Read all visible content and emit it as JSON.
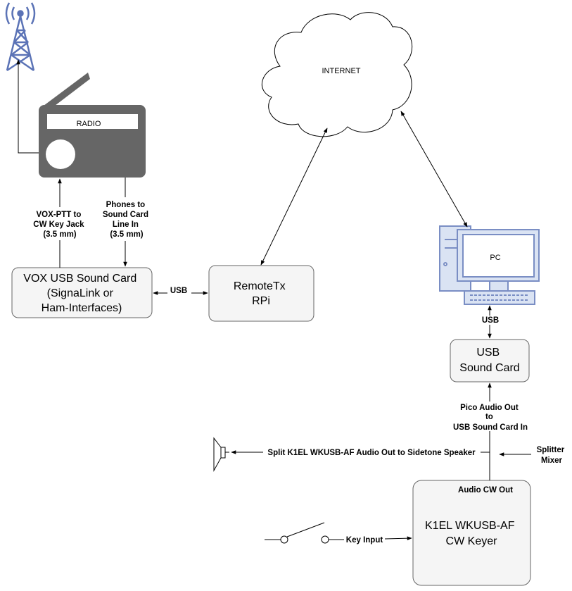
{
  "nodes": {
    "radio": "RADIO",
    "internet": "INTERNET",
    "pc": "PC",
    "vox_card": [
      "VOX USB Sound Card",
      "(SignaLink or",
      "Ham-Interfaces)"
    ],
    "remotetx": [
      "RemoteTx",
      "RPi"
    ],
    "usb_card": [
      "USB",
      "Sound Card"
    ],
    "keyer": [
      "K1EL WKUSB-AF",
      "CW Keyer"
    ]
  },
  "edge_labels": {
    "vox_ptt": [
      "VOX-PTT to",
      "CW Key Jack",
      "(3.5 mm)"
    ],
    "phones": [
      "Phones to",
      "Sound Card",
      "Line In",
      "(3.5 mm)"
    ],
    "usb_vox_rpi": "USB",
    "usb_pc_card": "USB",
    "pico_audio": [
      "Pico Audio Out",
      "to",
      "USB Sound Card In"
    ],
    "split_audio": "Split K1EL WKUSB-AF Audio Out to Sidetone Speaker",
    "splitter": [
      "Splitter",
      "Mixer"
    ],
    "audio_cw_out": "Audio CW Out",
    "key_input": "Key Input"
  },
  "colors": {
    "radio": "#666666",
    "antenna": "#5b73b6",
    "pc_fill": "#dae3f3",
    "pc_stroke": "#7a8ec4",
    "box_fill": "#f5f5f5",
    "box_stroke": "#666666"
  }
}
